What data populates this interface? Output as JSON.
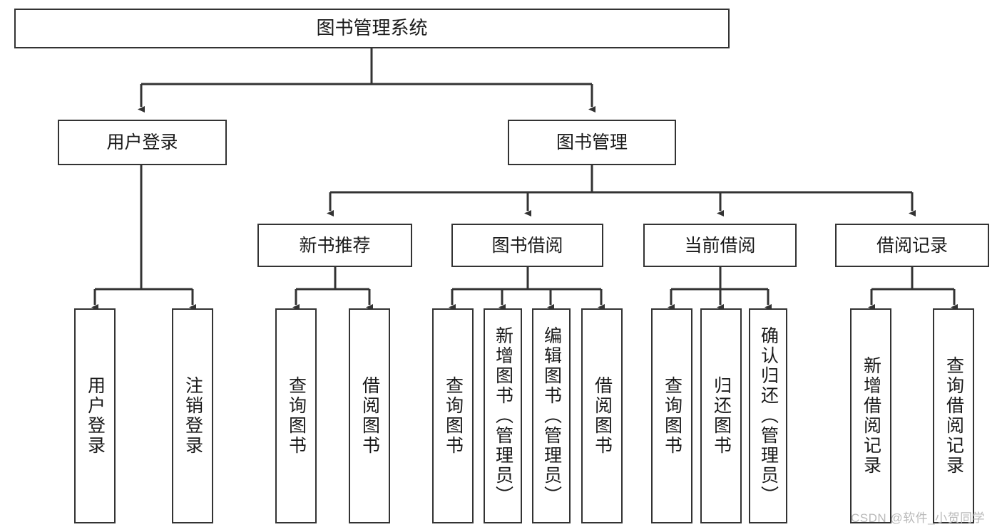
{
  "diagram": {
    "title": "图书管理系统",
    "type": "tree-hierarchy-chart",
    "orientation": "top-down",
    "line_color": "#333333",
    "box_fill": "#ffffff",
    "box_border": "#333333",
    "text_color": "#1a1a1a"
  },
  "nodes": {
    "root": {
      "label": "图书管理系统"
    },
    "level2": [
      {
        "label": "用户登录"
      },
      {
        "label": "图书管理"
      }
    ],
    "level3": [
      {
        "label": "新书推荐"
      },
      {
        "label": "图书借阅"
      },
      {
        "label": "当前借阅"
      },
      {
        "label": "借阅记录"
      }
    ],
    "leaves_user_login": [
      {
        "label": "用户登录"
      },
      {
        "label": "注销登录"
      }
    ],
    "leaves_new_book": [
      {
        "label": "查询图书"
      },
      {
        "label": "借阅图书"
      }
    ],
    "leaves_book_borrow": [
      {
        "label": "查询图书"
      },
      {
        "label": "新增图书（管理员）"
      },
      {
        "label": "编辑图书（管理员）"
      },
      {
        "label": "借阅图书"
      }
    ],
    "leaves_current_borrow": [
      {
        "label": "查询图书"
      },
      {
        "label": "归还图书"
      },
      {
        "label": "确认归还（管理员）"
      }
    ],
    "leaves_borrow_record": [
      {
        "label": "新增借阅记录"
      },
      {
        "label": "查询借阅记录"
      }
    ]
  },
  "watermark": {
    "text": "CSDN @软件_小贺同学"
  }
}
